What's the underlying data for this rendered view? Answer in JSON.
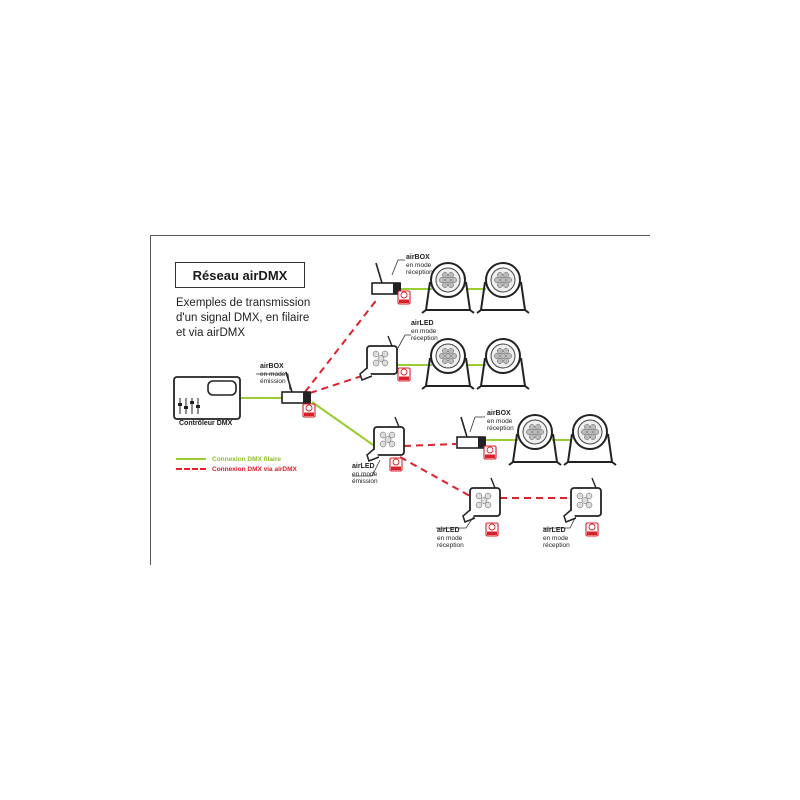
{
  "title": "Réseau airDMX",
  "subtitle_lines": [
    "Exemples de transmission",
    "d'un signal DMX, en filaire",
    "et via airDMX"
  ],
  "controller_label": "Contrôleur DMX",
  "legend": {
    "wired": "Connexion DMX filaire",
    "airdmx": "Connexion DMX via airDMX"
  },
  "labels": {
    "airbox_emit": {
      "name": "airBOX",
      "line1": "en mode",
      "line2": "émission"
    },
    "airbox_top": {
      "name": "airBOX",
      "line1": "en mode",
      "line2": "réception"
    },
    "airled_upper": {
      "name": "airLED",
      "line1": "en mode",
      "line2": "réception"
    },
    "airled_emit": {
      "name": "airLED",
      "line1": "en mode",
      "line2": "émission"
    },
    "airbox_mid": {
      "name": "airBOX",
      "line1": "en mode",
      "line2": "réception"
    },
    "airled_low_left": {
      "name": "airLED",
      "line1": "en mode",
      "line2": "réception"
    },
    "airled_low_right": {
      "name": "airLED",
      "line1": "en mode",
      "line2": "réception"
    }
  },
  "wifi_badge_text": "Wi Fi",
  "colors": {
    "wired": "#9acd32",
    "wireless": "#e0202a",
    "device": "#ffffff",
    "stroke": "#222222"
  },
  "icons": [
    "antenna-icon",
    "wifi-icon",
    "par-light-icon",
    "led-bar-icon",
    "dmx-controller-icon"
  ]
}
